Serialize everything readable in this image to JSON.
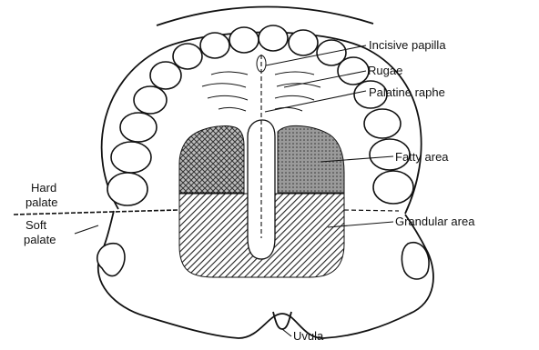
{
  "labels": {
    "incisive_papilla": "Incisive papilla",
    "rugae": "Rugae",
    "palatine_raphe": "Palatine raphe",
    "fatty_area": "Fatty area",
    "hard_palate_1": "Hard",
    "hard_palate_2": "palate",
    "soft_palate_1": "Soft",
    "soft_palate_2": "palate",
    "grandular_area": "Grandular area",
    "uvula": "Uvula"
  }
}
